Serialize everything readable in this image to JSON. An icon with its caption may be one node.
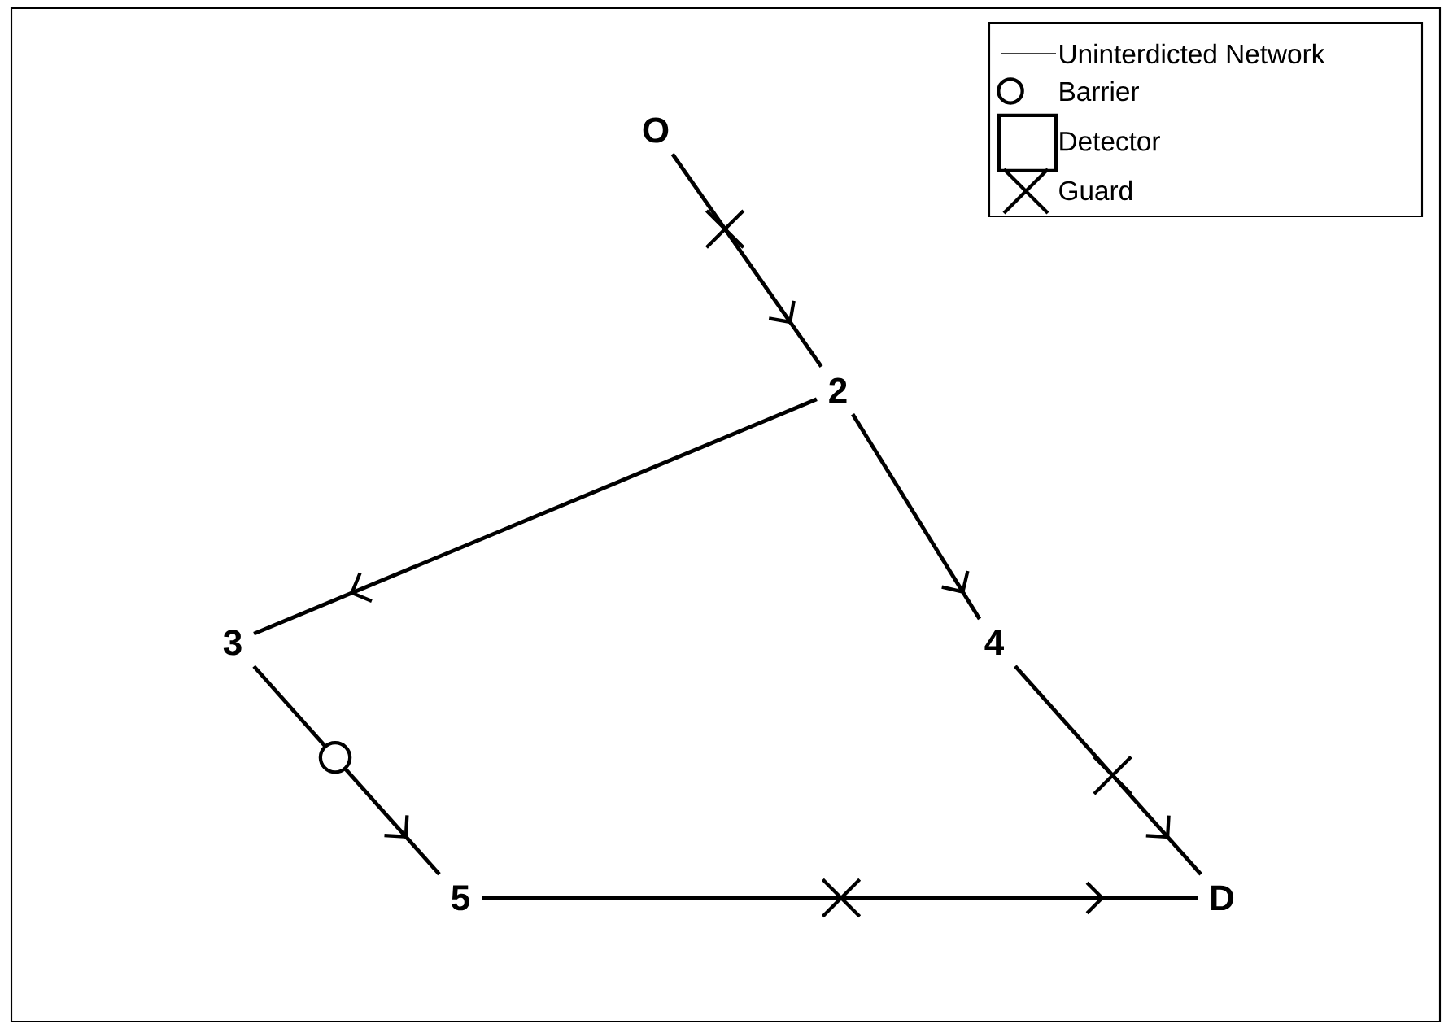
{
  "diagram": {
    "nodes": [
      {
        "text": [
          "O"
        ]
      },
      {
        "text": [
          "2"
        ]
      },
      {
        "text": [
          "3"
        ]
      },
      {
        "text": [
          "4"
        ]
      },
      {
        "text": [
          "5"
        ]
      },
      {
        "text": [
          "D"
        ]
      }
    ],
    "edges": [
      {
        "from": 0,
        "to": 1,
        "arrow": "to"
      },
      {
        "from": 1,
        "to": 2,
        "arrow": "to"
      },
      {
        "from": 1,
        "to": 3,
        "arrow": "to"
      },
      {
        "from": 2,
        "to": 4,
        "arrow": "to"
      },
      {
        "from": 3,
        "to": 5,
        "arrow": "to"
      },
      {
        "from": 4,
        "to": 5,
        "arrow": "to"
      }
    ],
    "legend": [
      {
        "text": "Uninterdicted Network"
      },
      {
        "text": "Barrier"
      },
      {
        "text": "Detector"
      },
      {
        "text": "Guard"
      }
    ]
  }
}
